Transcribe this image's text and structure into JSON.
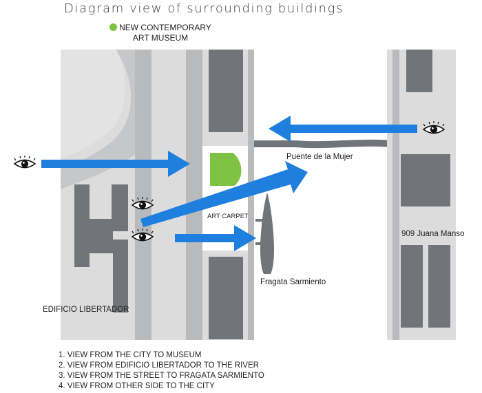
{
  "title": "Diagram view of surrounding buildings",
  "museum": {
    "line1": "NEW CONTEMPORARY",
    "line2": "ART MUSEUM",
    "marker_color": "#7dc242"
  },
  "labels": {
    "bridge": "Puente de la Mujer",
    "art_carpet": "ART CARPET",
    "ship": "Fragata Sarmiento",
    "building_right": "909 Juana Manso",
    "building_left": "EDIFICIO LIBERTADOR"
  },
  "legend": [
    "1. VIEW FROM THE CITY TO MUSEUM",
    "2. VIEW FROM EDIFICIO LIBERTADOR TO THE RIVER",
    "3. VIEW FROM THE STREET TO FRAGATA SARMIENTO",
    "4. VIEW FROM OTHER SIDE TO THE CITY"
  ],
  "colors": {
    "ground": "#dcdcdd",
    "road": "#b9babc",
    "building": "#717479",
    "arrow": "#1f7fde",
    "museum": "#7dc242"
  },
  "icons": [
    "eye-icon",
    "arrow-right",
    "arrow-left"
  ]
}
